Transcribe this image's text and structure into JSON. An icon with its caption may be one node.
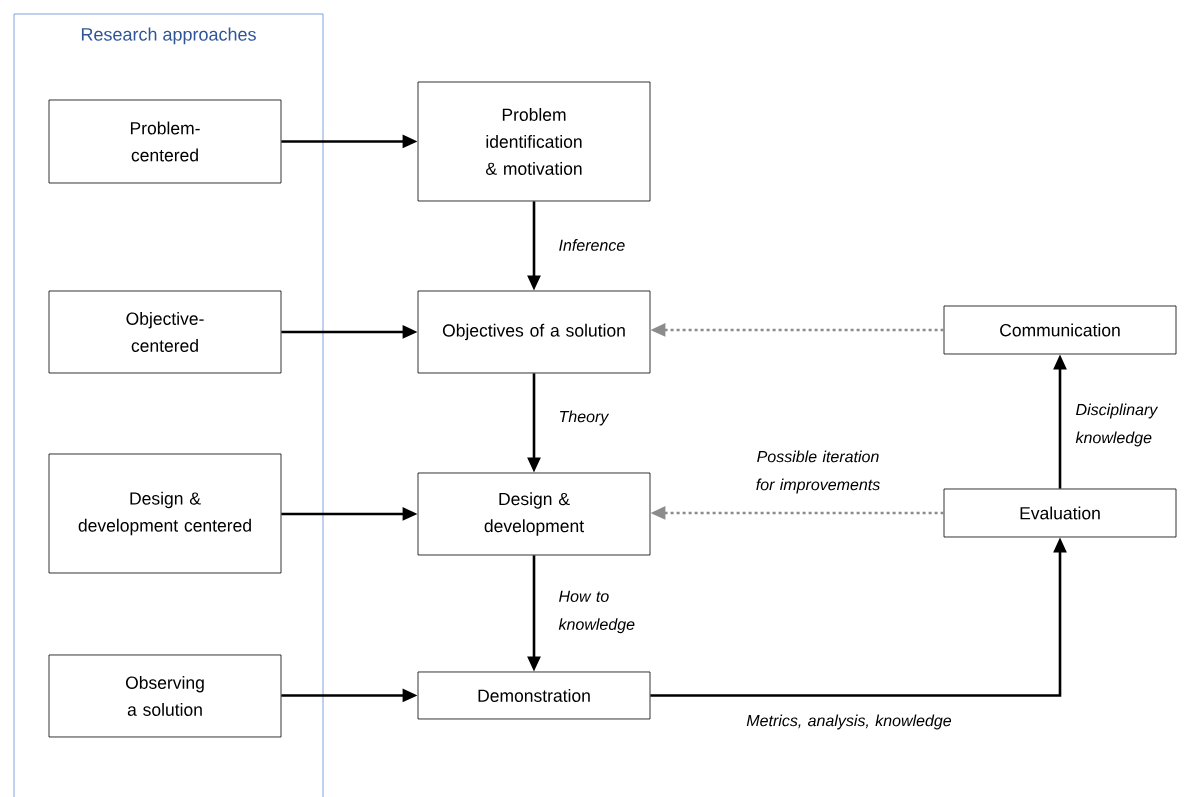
{
  "diagram": {
    "nodes": [
      {
        "text": [
          "Research approaches"
        ]
      },
      {
        "text": [
          "Problem-centered"
        ],
        "in": 0
      },
      {
        "text": [
          "Objective-centered"
        ],
        "in": 0
      },
      {
        "text": [
          "Design & development centered"
        ],
        "in": 0
      },
      {
        "text": [
          "Observing a solution"
        ],
        "in": 0
      },
      {
        "text": [
          "Problem identification & motivation"
        ]
      },
      {
        "text": [
          "Objectives of a solution"
        ]
      },
      {
        "text": [
          "Design & development"
        ]
      },
      {
        "text": [
          "Demonstration"
        ]
      },
      {
        "text": [
          "Communication"
        ]
      },
      {
        "text": [
          "Evaluation"
        ]
      }
    ],
    "edges": [
      {
        "from": 1,
        "to": 5,
        "arrow": "to"
      },
      {
        "from": 2,
        "to": 6,
        "arrow": "to"
      },
      {
        "from": 3,
        "to": 7,
        "arrow": "to"
      },
      {
        "from": 4,
        "to": 8,
        "arrow": "to"
      },
      {
        "from": 5,
        "to": 6,
        "arrow": "to",
        "label": "Inference"
      },
      {
        "from": 6,
        "to": 7,
        "arrow": "to",
        "label": "Theory"
      },
      {
        "from": 7,
        "to": 8,
        "arrow": "to",
        "label": "How to knowledge"
      },
      {
        "from": 8,
        "to": 10,
        "arrow": "to",
        "label": "Metrics, analysis, knowledge"
      },
      {
        "from": 10,
        "to": 9,
        "arrow": "to",
        "label": "Disciplinary knowledge"
      },
      {
        "from": 9,
        "to": 6,
        "arrow": "to",
        "style": "dashed",
        "color": "#8c8c8c"
      },
      {
        "from": 10,
        "to": 7,
        "arrow": "to",
        "style": "dashed",
        "color": "#8c8c8c",
        "label": "Possible iteration for improvements"
      }
    ]
  }
}
